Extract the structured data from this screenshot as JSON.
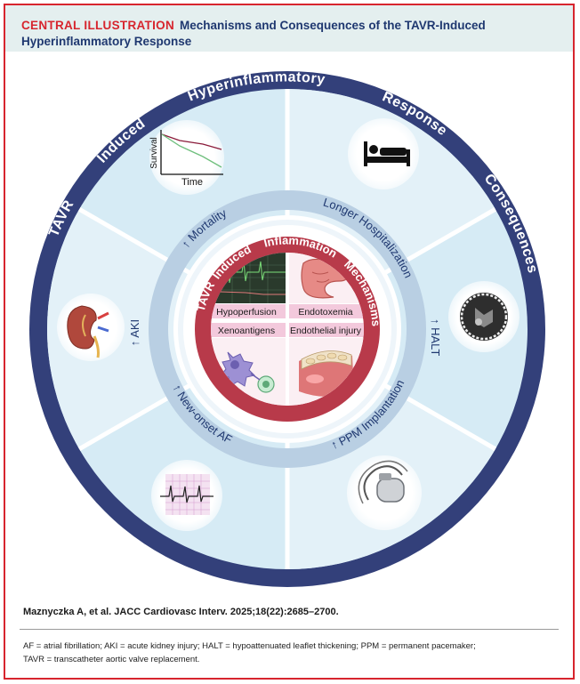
{
  "header": {
    "label": "CENTRAL ILLUSTRATION",
    "title_line1": "Mechanisms and Consequences of the TAVR-Induced",
    "title_line2": "Hyperinflammatory Response"
  },
  "outer_ring": {
    "words": [
      "TAVR",
      "Induced",
      "Hyperinflammatory",
      "Response",
      "Consequences"
    ]
  },
  "consequences": {
    "mortality": "↑ Mortality",
    "hospitalization": "Longer Hospitalization",
    "halt": "↑ HALT",
    "ppm": "↑ PPM Implantation",
    "af": "↑ New-onset AF",
    "aki": "↑ AKI"
  },
  "survival_chart": {
    "ylabel": "Survival",
    "xlabel": "Time"
  },
  "inner_ring": {
    "words": [
      "TAVR",
      "Induced",
      "Inflammation",
      "Mechanisms"
    ]
  },
  "mechanisms": {
    "hypoperfusion": "Hypoperfusion",
    "endotoxemia": "Endotoxemia",
    "xenoantigens": "Xenoantigens",
    "endothelial_injury": "Endothelial injury"
  },
  "colors": {
    "brand_red": "#d7252e",
    "navy": "#33407a",
    "light_blue": "#cde6f2",
    "inner_red": "#b83a4a",
    "pink": "#f3c9dc"
  },
  "citation": "Maznyczka A, et al. JACC Cardiovasc Interv. 2025;18(22):2685–2700.",
  "footnote": {
    "line1": "AF = atrial fibrillation; AKI = acute kidney injury; HALT = hypoattenuated leaflet thickening; PPM = permanent pacemaker;",
    "line2": "TAVR = transcatheter aortic valve replacement."
  }
}
